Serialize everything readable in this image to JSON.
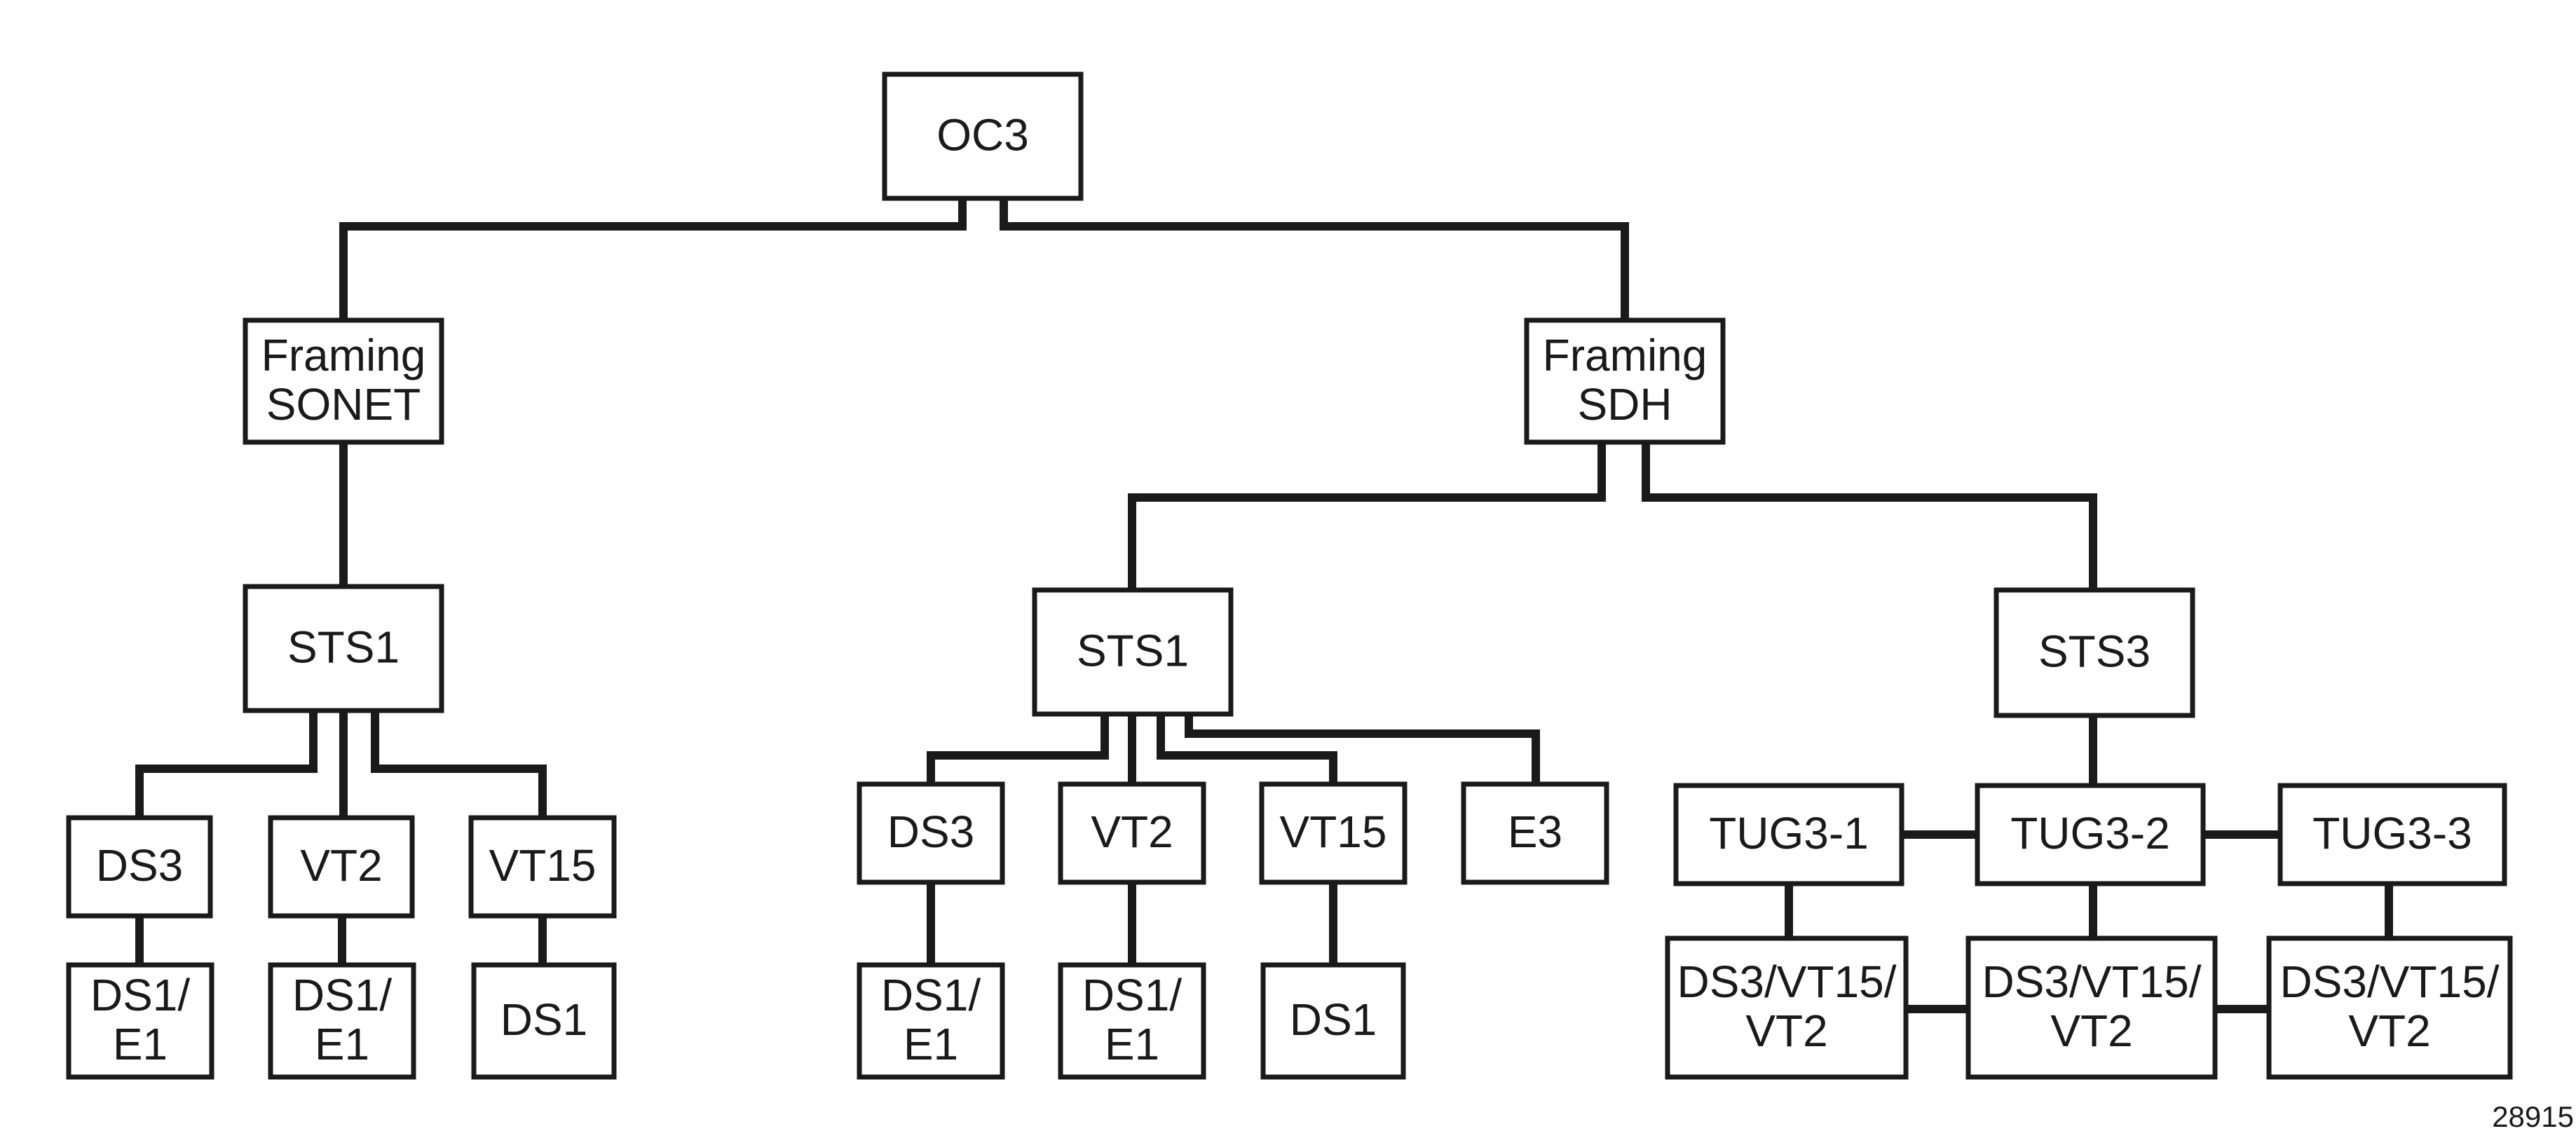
{
  "nodes": {
    "oc3": {
      "lines": [
        "OC3"
      ]
    },
    "framing_sonet": {
      "lines": [
        "Framing",
        "SONET"
      ]
    },
    "framing_sdh": {
      "lines": [
        "Framing",
        "SDH"
      ]
    },
    "sts1_sonet": {
      "lines": [
        "STS1"
      ]
    },
    "sts1_sdh": {
      "lines": [
        "STS1"
      ]
    },
    "sts3": {
      "lines": [
        "STS3"
      ]
    },
    "ds3_a": {
      "lines": [
        "DS3"
      ]
    },
    "vt2_a": {
      "lines": [
        "VT2"
      ]
    },
    "vt15_a": {
      "lines": [
        "VT15"
      ]
    },
    "ds1e1_a1": {
      "lines": [
        "DS1/",
        "E1"
      ]
    },
    "ds1e1_a2": {
      "lines": [
        "DS1/",
        "E1"
      ]
    },
    "ds1_a": {
      "lines": [
        "DS1"
      ]
    },
    "ds3_b": {
      "lines": [
        "DS3"
      ]
    },
    "vt2_b": {
      "lines": [
        "VT2"
      ]
    },
    "vt15_b": {
      "lines": [
        "VT15"
      ]
    },
    "e3_b": {
      "lines": [
        "E3"
      ]
    },
    "ds1e1_b1": {
      "lines": [
        "DS1/",
        "E1"
      ]
    },
    "ds1e1_b2": {
      "lines": [
        "DS1/",
        "E1"
      ]
    },
    "ds1_b": {
      "lines": [
        "DS1"
      ]
    },
    "tug3_1": {
      "lines": [
        "TUG3-1"
      ]
    },
    "tug3_2": {
      "lines": [
        "TUG3-2"
      ]
    },
    "tug3_3": {
      "lines": [
        "TUG3-3"
      ]
    },
    "mix_1": {
      "lines": [
        "DS3/VT15/",
        "VT2"
      ]
    },
    "mix_2": {
      "lines": [
        "DS3/VT15/",
        "VT2"
      ]
    },
    "mix_3": {
      "lines": [
        "DS3/VT15/",
        "VT2"
      ]
    }
  },
  "edges": [
    [
      "oc3",
      "framing_sonet"
    ],
    [
      "oc3",
      "framing_sdh"
    ],
    [
      "framing_sonet",
      "sts1_sonet"
    ],
    [
      "sts1_sonet",
      "ds3_a"
    ],
    [
      "sts1_sonet",
      "vt2_a"
    ],
    [
      "sts1_sonet",
      "vt15_a"
    ],
    [
      "ds3_a",
      "ds1e1_a1"
    ],
    [
      "vt2_a",
      "ds1e1_a2"
    ],
    [
      "vt15_a",
      "ds1_a"
    ],
    [
      "framing_sdh",
      "sts1_sdh"
    ],
    [
      "framing_sdh",
      "sts3"
    ],
    [
      "sts1_sdh",
      "ds3_b"
    ],
    [
      "sts1_sdh",
      "vt2_b"
    ],
    [
      "sts1_sdh",
      "vt15_b"
    ],
    [
      "sts1_sdh",
      "e3_b"
    ],
    [
      "ds3_b",
      "ds1e1_b1"
    ],
    [
      "vt2_b",
      "ds1e1_b2"
    ],
    [
      "vt15_b",
      "ds1_b"
    ],
    [
      "sts3",
      "tug3_2"
    ],
    [
      "tug3_1",
      "tug3_2"
    ],
    [
      "tug3_2",
      "tug3_3"
    ],
    [
      "tug3_1",
      "mix_1"
    ],
    [
      "tug3_2",
      "mix_2"
    ],
    [
      "tug3_3",
      "mix_3"
    ],
    [
      "mix_1",
      "mix_2"
    ],
    [
      "mix_2",
      "mix_3"
    ]
  ],
  "figure_id": "28915"
}
